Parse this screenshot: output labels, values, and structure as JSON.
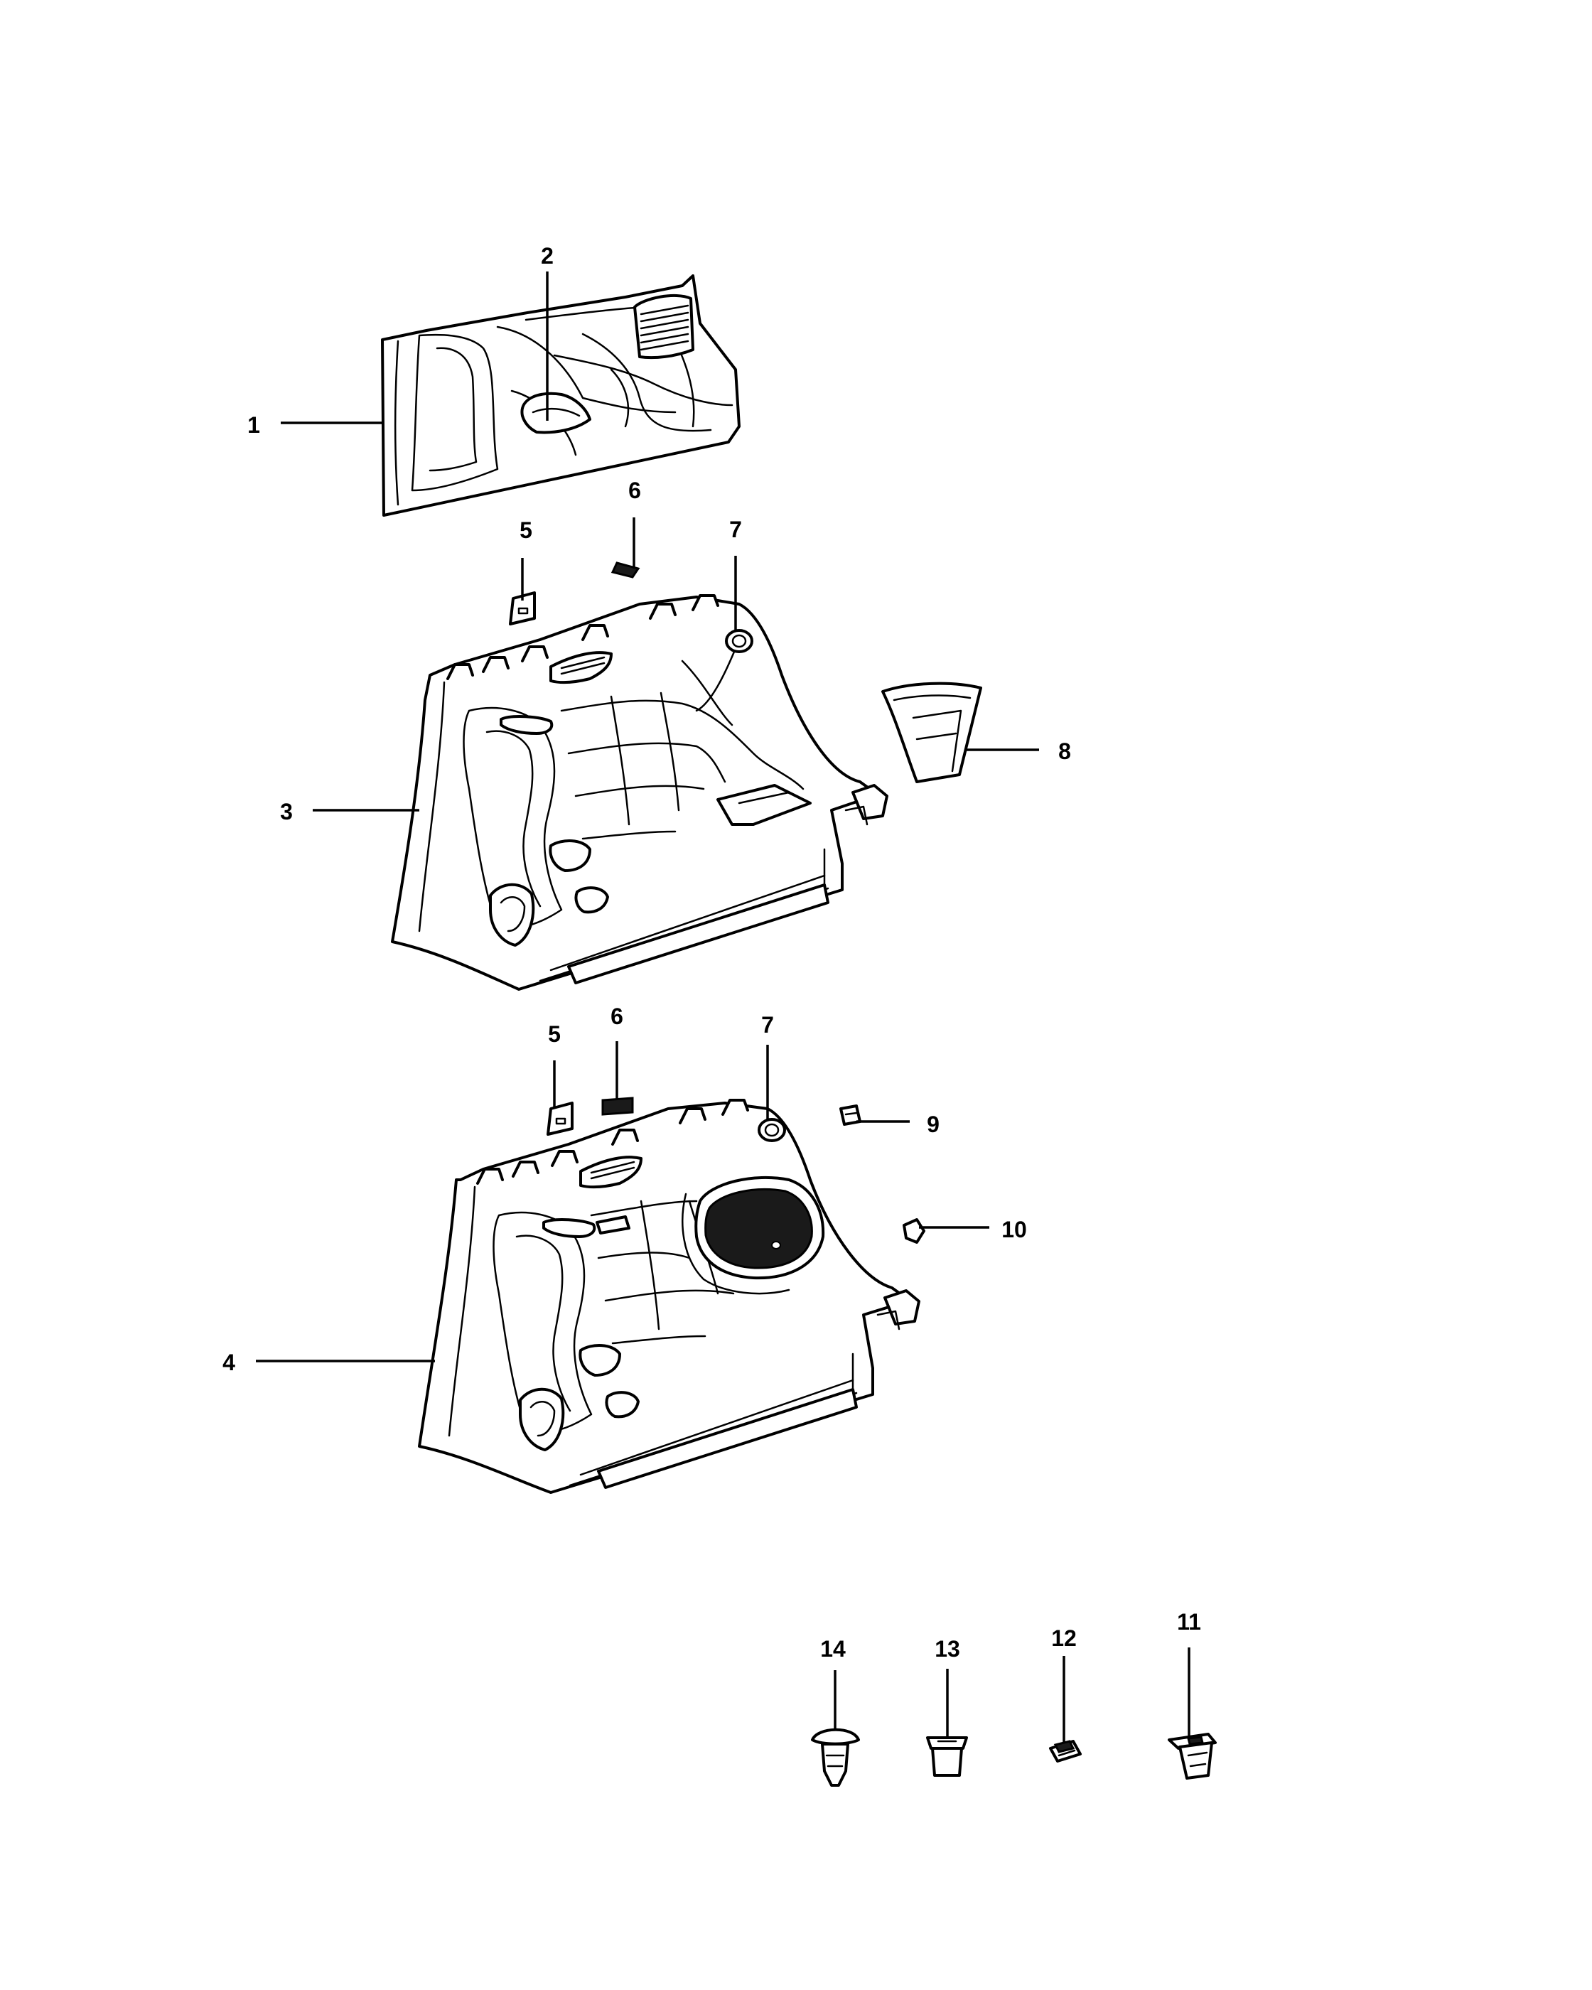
{
  "diagram": {
    "callouts": [
      {
        "id": "1",
        "label": "1"
      },
      {
        "id": "2",
        "label": "2"
      },
      {
        "id": "3",
        "label": "3"
      },
      {
        "id": "4",
        "label": "4"
      },
      {
        "id": "5a",
        "label": "5"
      },
      {
        "id": "6a",
        "label": "6"
      },
      {
        "id": "7a",
        "label": "7"
      },
      {
        "id": "8",
        "label": "8"
      },
      {
        "id": "5b",
        "label": "5"
      },
      {
        "id": "6b",
        "label": "6"
      },
      {
        "id": "7b",
        "label": "7"
      },
      {
        "id": "9",
        "label": "9"
      },
      {
        "id": "10",
        "label": "10"
      },
      {
        "id": "11",
        "label": "11"
      },
      {
        "id": "12",
        "label": "12"
      },
      {
        "id": "13",
        "label": "13"
      },
      {
        "id": "14",
        "label": "14"
      }
    ],
    "colors": {
      "line": "#000000",
      "background": "#ffffff",
      "fill_dark": "#1a1a1a"
    }
  }
}
